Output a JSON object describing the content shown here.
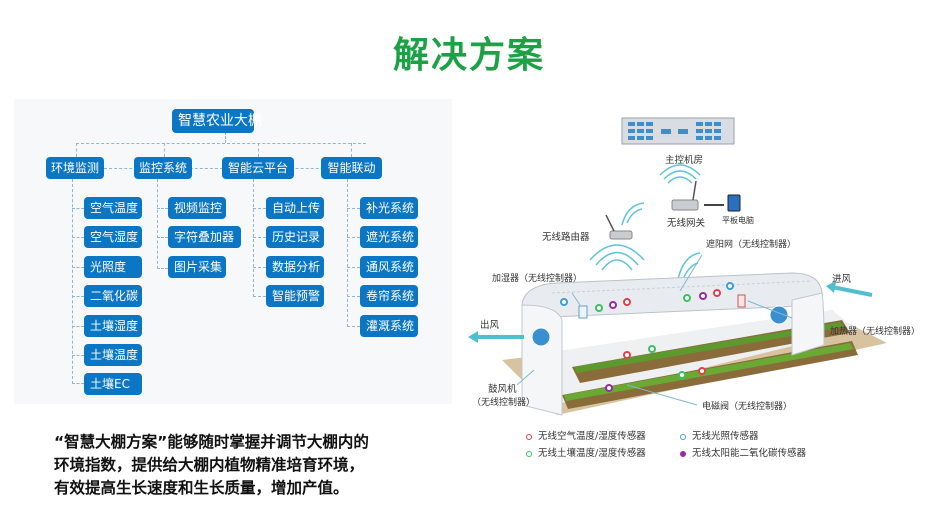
{
  "page": {
    "title": "解决方案",
    "title_color": "#1aa245"
  },
  "org_chart": {
    "root": "智慧农业大棚",
    "node_color": "#0a76c4",
    "categories": [
      {
        "label": "环境监测",
        "items": [
          "空气温度",
          "空气湿度",
          "光照度",
          "二氧化碳",
          "土壤湿度",
          "土壤温度",
          "土壤EC"
        ]
      },
      {
        "label": "监控系统",
        "items": [
          "视频监控",
          "字符叠加器",
          "图片采集"
        ]
      },
      {
        "label": "智能云平台",
        "items": [
          "自动上传",
          "历史记录",
          "数据分析",
          "智能预警"
        ]
      },
      {
        "label": "智能联动",
        "items": [
          "补光系统",
          "遮光系统",
          "通风系统",
          "卷帘系统",
          "灌溉系统"
        ]
      }
    ]
  },
  "description": {
    "lines": [
      "“智慧大棚方案”能够随时掌握并调节大棚内的",
      "环境指数，提供给大棚内植物精准培育环境，",
      "有效提高生长速度和生长质量，增加产值。"
    ]
  },
  "diagram": {
    "labels": {
      "control_room": "主控机房",
      "gateway": "无线网关",
      "tablet": "平板电脑",
      "router": "无线路由器",
      "shade_net": "遮阳网（无线控制器）",
      "humidifier": "加湿器（无线控制器）",
      "air_in": "进风",
      "air_out": "出风",
      "heater": "加热器（无线控制器）",
      "blower_line1": "鼓风机",
      "blower_line2": "（无线控制器）",
      "valve": "电磁阀（无线控制器）"
    },
    "legend": [
      {
        "label": "无线空气温度/湿度传感器",
        "color": "#e0404a"
      },
      {
        "label": "无线光照传感器",
        "color": "#3a9fd8"
      },
      {
        "label": "无线土壤温度/湿度传感器",
        "color": "#3cc060"
      },
      {
        "label": "无线太阳能二氧化碳传感器",
        "color": "#9a2aa8"
      }
    ]
  }
}
